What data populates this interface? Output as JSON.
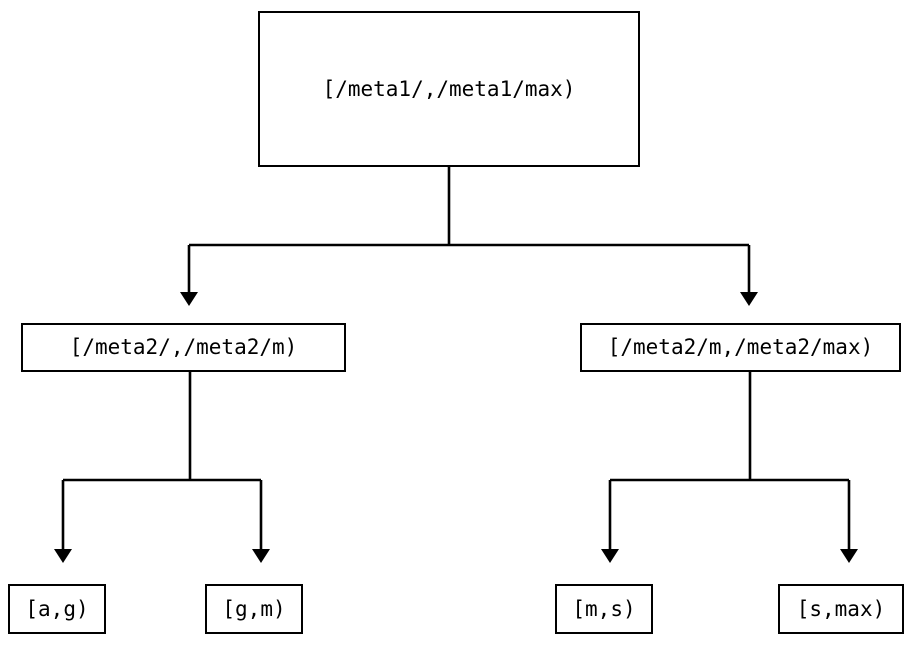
{
  "diagram": {
    "kind": "interval-partition-tree",
    "orientation": "top-down",
    "background_color": "#ffffff",
    "stroke_color": "#000000",
    "text_color": "#000000",
    "node_fill_color": "#ffffff",
    "edge_arrowhead": "filled-triangle",
    "levels": 3,
    "nodes": {
      "root": {
        "label": "[/meta1/,/meta1/max)"
      },
      "level2": [
        {
          "id": "meta2-low",
          "label": "[/meta2/,/meta2/m)"
        },
        {
          "id": "meta2-high",
          "label": "[/meta2/m,/meta2/max)"
        }
      ],
      "leaves": [
        {
          "id": "leaf-ag",
          "label": "[a,g)"
        },
        {
          "id": "leaf-gm",
          "label": "[g,m)"
        },
        {
          "id": "leaf-ms",
          "label": "[m,s)"
        },
        {
          "id": "leaf-smax",
          "label": "[s,max)"
        }
      ]
    },
    "edges": [
      {
        "from": "root",
        "to": "meta2-low"
      },
      {
        "from": "root",
        "to": "meta2-high"
      },
      {
        "from": "meta2-low",
        "to": "leaf-ag"
      },
      {
        "from": "meta2-low",
        "to": "leaf-gm"
      },
      {
        "from": "meta2-high",
        "to": "leaf-ms"
      },
      {
        "from": "meta2-high",
        "to": "leaf-smax"
      }
    ]
  }
}
